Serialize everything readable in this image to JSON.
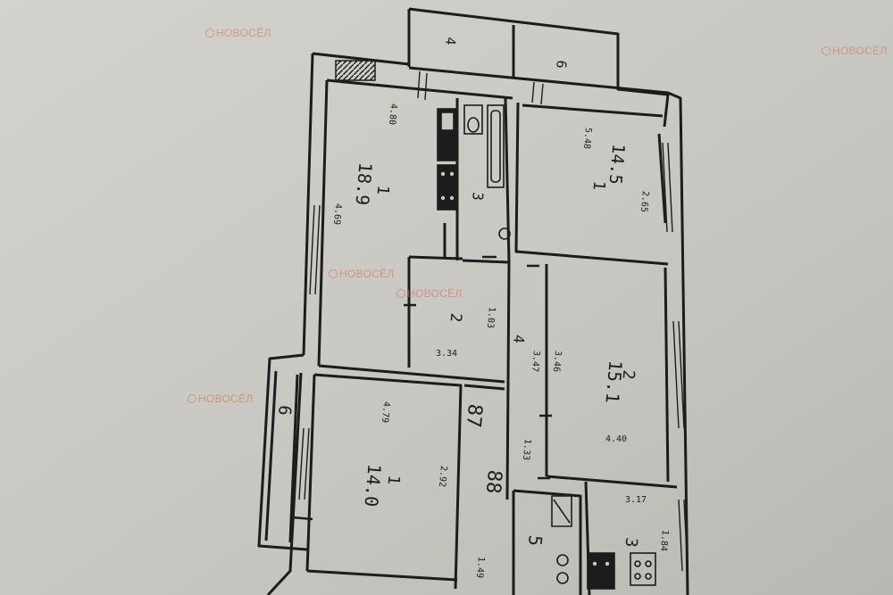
{
  "watermark": {
    "text": "НОВОСЁЛ",
    "color": "#d46a4a"
  },
  "rooms": [
    {
      "id": "kitchen-large",
      "label": "1",
      "area": "18.9",
      "dims": [
        "4.80",
        "4.69"
      ]
    },
    {
      "id": "bath-3",
      "label": "3"
    },
    {
      "id": "room-14-5",
      "label": "1",
      "area": "14.5",
      "dims": [
        "5.48",
        "2.65"
      ]
    },
    {
      "id": "closet-2",
      "label": "2",
      "dims": [
        "1.03",
        "3.34"
      ]
    },
    {
      "id": "corridor-4",
      "label": "4",
      "dims": [
        "3.47",
        "1.33"
      ]
    },
    {
      "id": "room-15-1",
      "label": "2",
      "area": "15.1",
      "dims": [
        "3.46",
        "4.40"
      ]
    },
    {
      "id": "room-14-0",
      "label": "1",
      "area": "14.0",
      "dims": [
        "4.79",
        "2.92"
      ]
    },
    {
      "id": "room-5",
      "label": "5"
    },
    {
      "id": "kitchen-small",
      "label": "3",
      "dims": [
        "3.17",
        "1.84"
      ]
    }
  ],
  "balconies": [
    {
      "label": "4"
    },
    {
      "label": "6"
    },
    {
      "label": "6"
    }
  ],
  "apartment_numbers": [
    "87",
    "88"
  ],
  "misc_dims": [
    "1.49"
  ],
  "colors": {
    "paper": "#c9c8c3",
    "ink": "#1c1c1c"
  }
}
